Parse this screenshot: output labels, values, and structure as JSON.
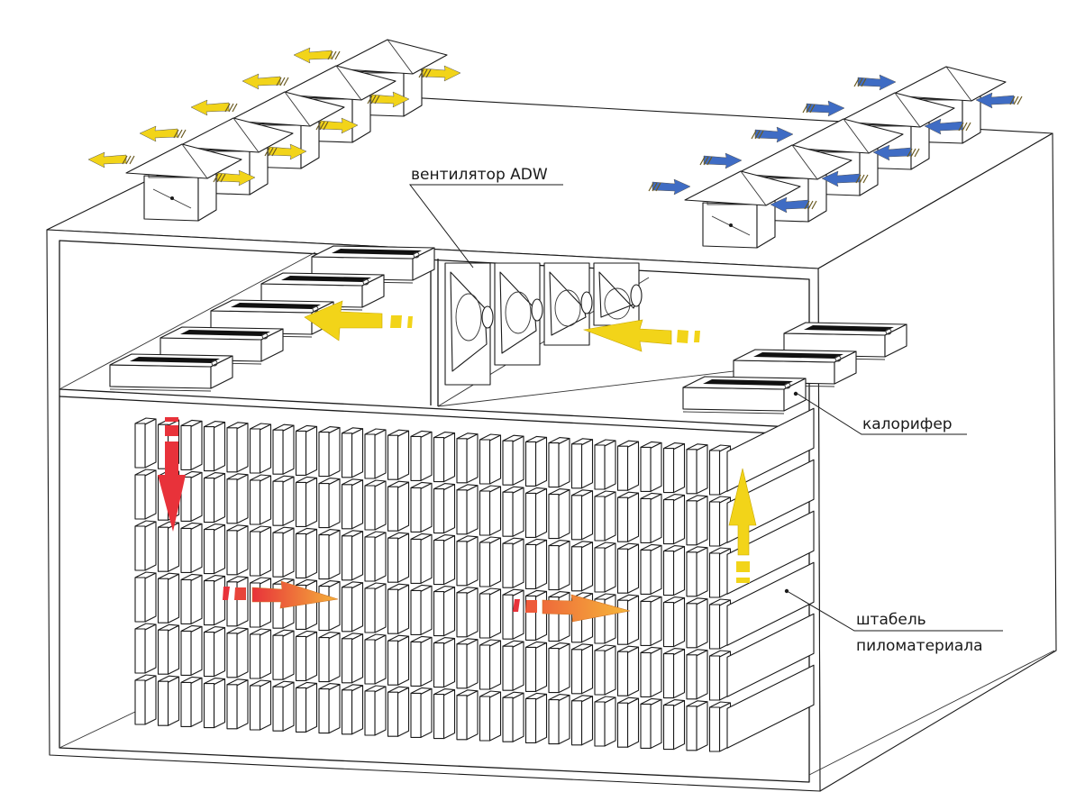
{
  "diagram": {
    "type": "lumber drying chamber cross-section",
    "labels": {
      "fan": "вентилятор ADW",
      "heater": "калорифер",
      "stack_line1": "штабель",
      "stack_line2": "пиломатериала"
    },
    "vent_groups": [
      {
        "name": "exhaust",
        "count": 5,
        "arrow_color": "#f2d419",
        "direction": "out"
      },
      {
        "name": "intake",
        "count": 5,
        "arrow_color": "#3f6cc4",
        "direction": "in"
      }
    ],
    "fans_count": 4,
    "heaters": {
      "left_group": 5,
      "right_group": 3
    },
    "stack": {
      "rows": 6,
      "columns": 26
    },
    "airflow_arrows": [
      {
        "name": "upper-left-flow",
        "color": "#f2d419",
        "direction": "left"
      },
      {
        "name": "upper-right-flow",
        "color": "#f2d419",
        "direction": "left"
      },
      {
        "name": "down-flow",
        "color": "#e8323a",
        "direction": "down"
      },
      {
        "name": "through-flow-1",
        "color_start": "#e8323a",
        "color_end": "#f4b23a",
        "direction": "right"
      },
      {
        "name": "through-flow-2",
        "color_start": "#e8323a",
        "color_end": "#f4b23a",
        "direction": "right"
      },
      {
        "name": "up-flow",
        "color": "#f2d419",
        "direction": "up"
      }
    ],
    "colors": {
      "line": "#1a1a1a",
      "yellow": "#f2d419",
      "blue": "#3f6cc4",
      "red": "#e8323a",
      "orange": "#f4b23a",
      "background": "#ffffff"
    }
  }
}
